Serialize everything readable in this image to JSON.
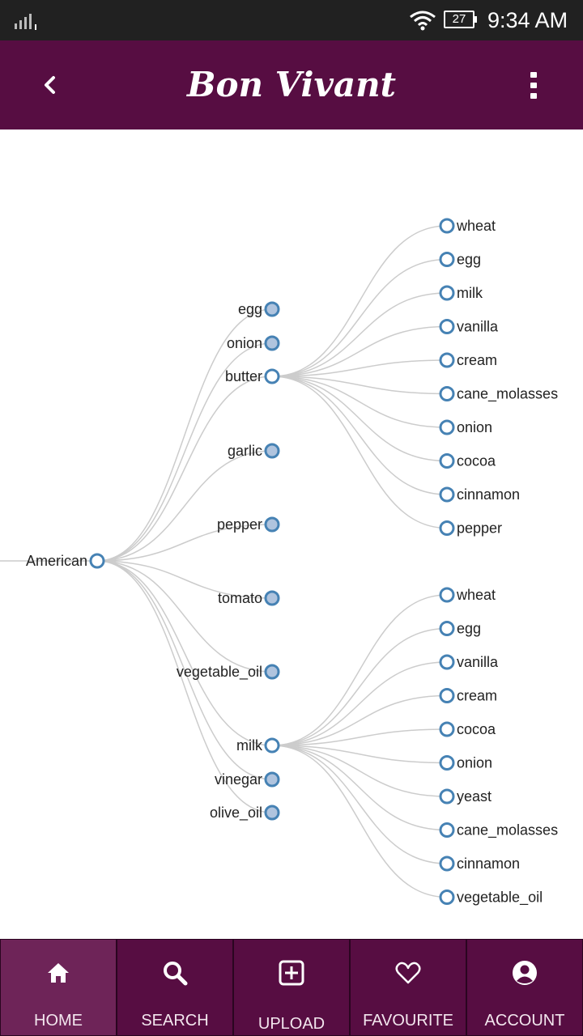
{
  "status_bar": {
    "time": "9:34 AM",
    "battery": "27"
  },
  "app_bar": {
    "title": "Bon Vivant"
  },
  "tree": {
    "root": "American",
    "children": [
      {
        "label": "egg"
      },
      {
        "label": "onion"
      },
      {
        "label": "butter",
        "children": [
          "wheat",
          "egg",
          "milk",
          "vanilla",
          "cream",
          "cane_molasses",
          "onion",
          "cocoa",
          "cinnamon",
          "pepper"
        ]
      },
      {
        "label": "garlic"
      },
      {
        "label": "pepper"
      },
      {
        "label": "tomato"
      },
      {
        "label": "vegetable_oil"
      },
      {
        "label": "milk",
        "children": [
          "wheat",
          "egg",
          "vanilla",
          "cream",
          "cocoa",
          "onion",
          "yeast",
          "cane_molasses",
          "cinnamon",
          "vegetable_oil"
        ]
      },
      {
        "label": "vinegar"
      },
      {
        "label": "olive_oil"
      }
    ]
  },
  "bottom_nav": [
    {
      "label": "HOME",
      "icon": "home-icon",
      "active": true
    },
    {
      "label": "SEARCH",
      "icon": "search-icon",
      "active": false
    },
    {
      "label": "UPLOAD",
      "icon": "add-box-icon",
      "active": false
    },
    {
      "label": "FAVOURITE",
      "icon": "heart-icon",
      "active": false
    },
    {
      "label": "ACCOUNT",
      "icon": "account-icon",
      "active": false
    }
  ],
  "colors": {
    "primary": "#570d42",
    "active_tab": "#6e2458",
    "node_stroke": "#4682b4",
    "node_fill_collapsed": "#b0c4de",
    "link": "#cccccc"
  }
}
